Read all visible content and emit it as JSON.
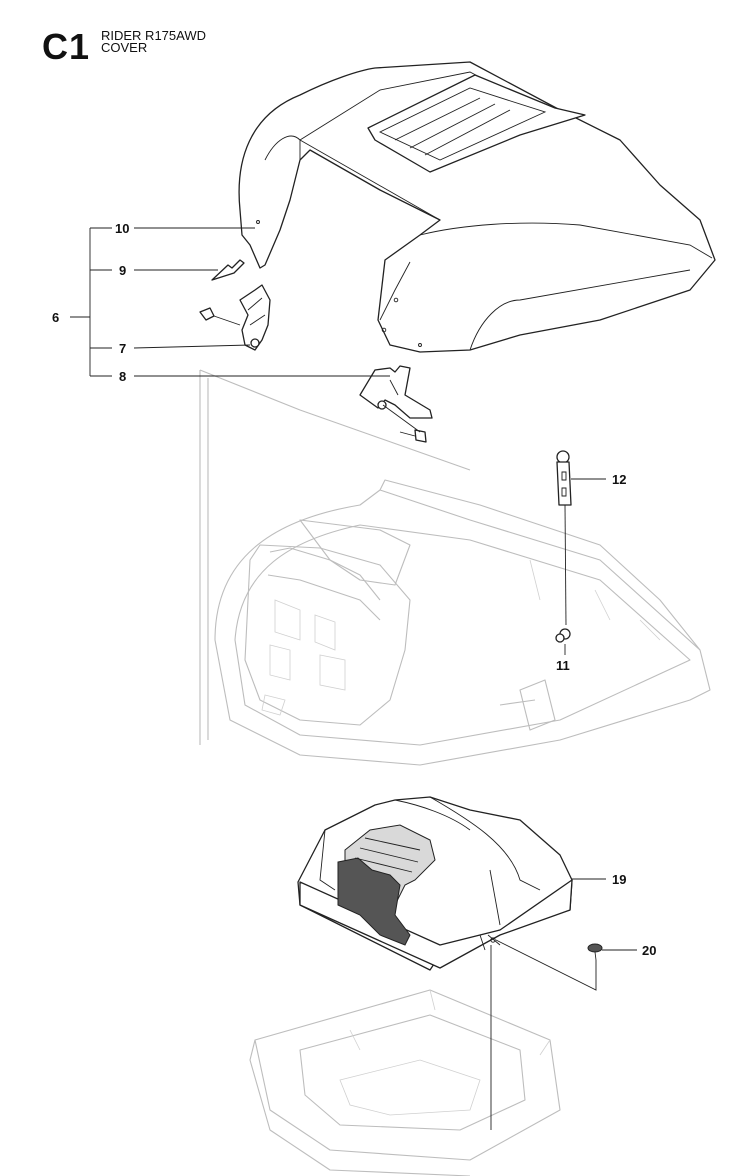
{
  "header": {
    "code": "C1",
    "model": "RIDER R175AWD",
    "section": "COVER"
  },
  "callouts": [
    {
      "id": "10",
      "label": "10"
    },
    {
      "id": "9",
      "label": "9"
    },
    {
      "id": "6",
      "label": "6"
    },
    {
      "id": "7",
      "label": "7"
    },
    {
      "id": "8",
      "label": "8"
    },
    {
      "id": "12",
      "label": "12"
    },
    {
      "id": "11",
      "label": "11"
    },
    {
      "id": "19",
      "label": "19"
    },
    {
      "id": "20",
      "label": "20"
    }
  ]
}
